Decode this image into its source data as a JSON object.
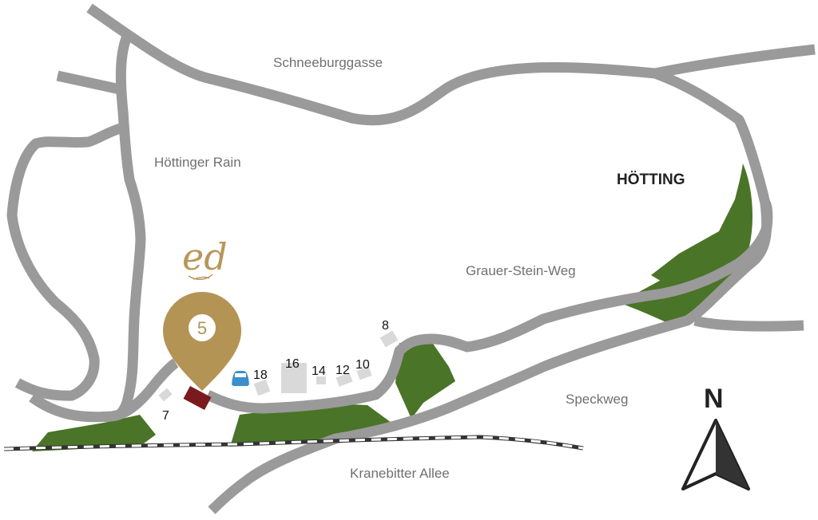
{
  "map": {
    "streets": {
      "schneeburggasse": "Schneeburggasse",
      "hoettinger_rain": "Höttinger Rain",
      "grauer_stein_weg": "Grauer-Stein-Weg",
      "speckweg": "Speckweg",
      "kranebitter_allee": "Kranebitter Allee"
    },
    "district": "HÖTTING",
    "house_numbers": {
      "n8": "8",
      "n7": "7",
      "n18": "18",
      "n16": "16",
      "n14": "14",
      "n12": "12",
      "n10": "10"
    },
    "marker": {
      "number": "5",
      "logo_text": "ed"
    },
    "compass": {
      "letter": "N"
    },
    "icons": {
      "parking": "car-icon",
      "compass": "north-arrow-icon"
    },
    "colors": {
      "road": "#9a9a9a",
      "green_area": "#4a7427",
      "building": "#d9d9d9",
      "marker_gold": "#b39455",
      "target_building": "#7a1a1f",
      "parking_blue": "#3b8fcc",
      "railway": "#333333"
    }
  }
}
